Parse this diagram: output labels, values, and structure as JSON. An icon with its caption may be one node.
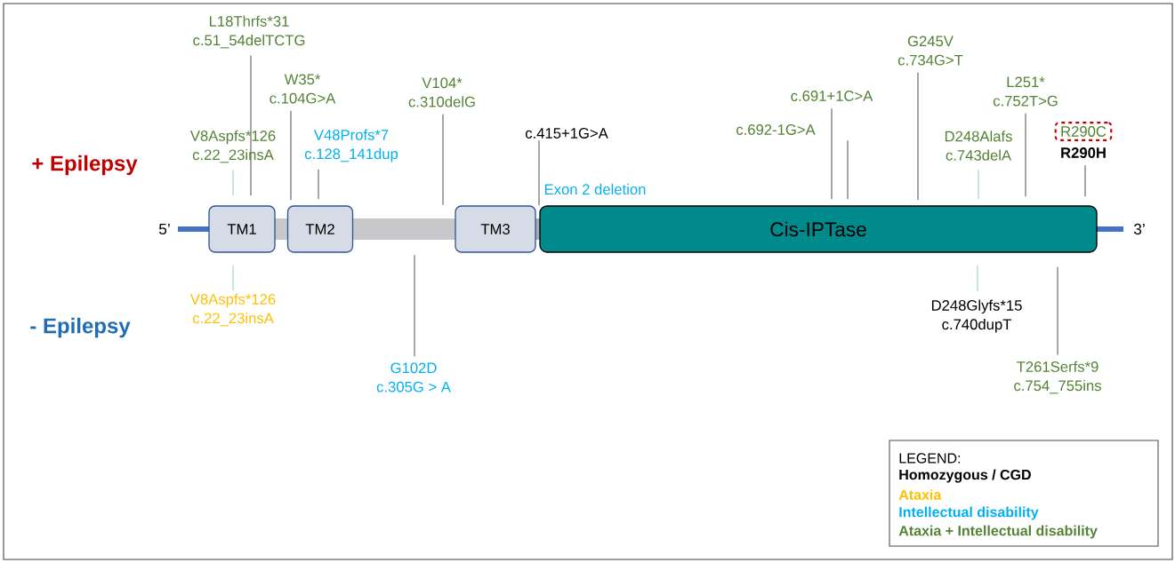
{
  "diagram": {
    "nodes": [
      {
        "text": [],
        "shape": "bar"
      },
      {
        "text": [
          "TM1"
        ]
      },
      {
        "text": [
          "TM2"
        ]
      },
      {
        "text": [
          "TM3"
        ]
      },
      {
        "text": [
          "Cis-IPTase"
        ]
      },
      {
        "text": [
          "L18Thrfs*31",
          "c.51_54delTCTG"
        ]
      },
      {
        "text": [
          "V8Aspfs*126",
          "c.22_23insA"
        ]
      },
      {
        "text": [
          "W35*",
          "c.104G>A"
        ]
      },
      {
        "text": [
          "V48Profs*7",
          "c.128_141dup"
        ]
      },
      {
        "text": [
          "V104*",
          "c.310delG"
        ]
      },
      {
        "text": [
          "c.415+1G>A"
        ]
      },
      {
        "text": [
          "c.691+1C>A"
        ]
      },
      {
        "text": [
          "c.692-1G>A"
        ]
      },
      {
        "text": [
          "G245V",
          "c.734G>T"
        ]
      },
      {
        "text": [
          "D248Alafs",
          "c.743delA"
        ]
      },
      {
        "text": [
          "L251*",
          "c.752T>G"
        ]
      },
      {
        "text": [
          "R290C"
        ]
      },
      {
        "text": [
          "R290H"
        ]
      },
      {
        "text": [
          "V8Aspfs*126",
          "c.22_23insA"
        ]
      },
      {
        "text": [
          "G102D",
          "c.305G > A"
        ]
      },
      {
        "text": [
          "D248Glyfs*15",
          "c.740dupT"
        ]
      },
      {
        "text": [
          "T261Serfs*9",
          "c.754_755ins"
        ]
      }
    ],
    "edges": [
      {
        "from": 5,
        "to": 1,
        "arrow": "none"
      },
      {
        "from": 6,
        "to": 1,
        "arrow": "none",
        "color": "#92d6b0"
      },
      {
        "from": 7,
        "to": 2,
        "arrow": "none"
      },
      {
        "from": 8,
        "to": 2,
        "arrow": "none"
      },
      {
        "from": 9,
        "to": 0,
        "arrow": "none"
      },
      {
        "from": 10,
        "to": 4,
        "arrow": "none"
      },
      {
        "from": 11,
        "to": 4,
        "arrow": "none"
      },
      {
        "from": 12,
        "to": 4,
        "arrow": "none"
      },
      {
        "from": 13,
        "to": 4,
        "arrow": "none"
      },
      {
        "from": 14,
        "to": 4,
        "arrow": "none",
        "color": "#92d6b0"
      },
      {
        "from": 15,
        "to": 4,
        "arrow": "none"
      },
      {
        "from": 17,
        "to": 4,
        "arrow": "none"
      },
      {
        "from": 18,
        "to": 1,
        "arrow": "none",
        "color": "#92d6b0"
      },
      {
        "from": 19,
        "to": 0,
        "arrow": "none"
      },
      {
        "from": 20,
        "to": 4,
        "arrow": "none",
        "color": "#92d6b0"
      },
      {
        "from": 21,
        "to": 4,
        "arrow": "none"
      }
    ],
    "labels": [
      "+ Epilepsy",
      "- Epilepsy",
      "5’",
      "3’",
      "Exon 2 deletion",
      "LEGEND:"
    ],
    "legend": [
      {
        "text": "Homozygous / CGD",
        "color": "#000000"
      },
      {
        "text": "Ataxia",
        "color": "#ffc000"
      },
      {
        "text": "Intellectual disability",
        "color": "#00b0f0"
      },
      {
        "text": "Ataxia + Intellectual disability",
        "color": "#548235"
      }
    ]
  }
}
